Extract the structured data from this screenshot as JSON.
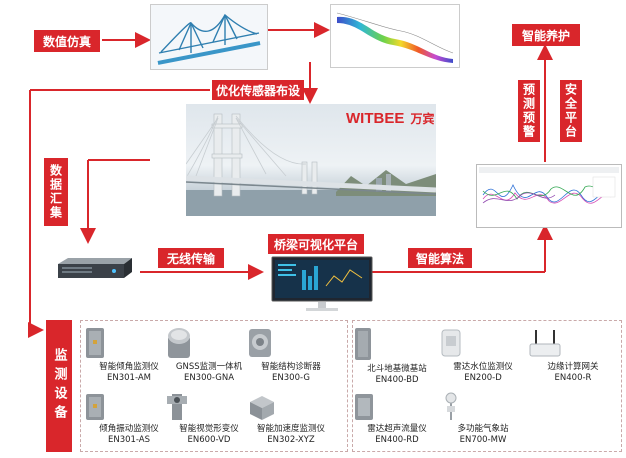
{
  "labels": {
    "simulation": "数值仿真",
    "optimize": "优化传感器布设",
    "data_collect": "数据汇集",
    "wireless": "无线传输",
    "platform": "桥梁可视化平台",
    "algorithm": "智能算法",
    "maintenance": "智能养护",
    "early_warning": "预测预警",
    "safety": "安全平台",
    "monitor_devices": "监测设备"
  },
  "brand": {
    "name": "WITBEE",
    "cn": "万宾"
  },
  "devices_left": [
    {
      "name": "智能倾角监测仪",
      "model": "EN301-AM",
      "icon": "inclinometer-icon"
    },
    {
      "name": "GNSS监测一体机",
      "model": "EN300-GNA",
      "icon": "gnss-icon"
    },
    {
      "name": "智能结构诊断器",
      "model": "EN300-G",
      "icon": "diagnostic-icon"
    },
    {
      "name": "倾角振动监测仪",
      "model": "EN301-AS",
      "icon": "vibration-icon"
    },
    {
      "name": "智能视觉形变仪",
      "model": "EN600-VD",
      "icon": "vision-icon"
    },
    {
      "name": "智能加速度监测仪",
      "model": "EN302-XYZ",
      "icon": "accelerometer-icon"
    }
  ],
  "devices_right": [
    {
      "name": "北斗地基微基站",
      "model": "EN400-BD",
      "icon": "beidou-station-icon"
    },
    {
      "name": "雷达水位监测仪",
      "model": "EN200-D",
      "icon": "radar-water-icon"
    },
    {
      "name": "边缘计算网关",
      "model": "EN400-R",
      "icon": "gateway-icon"
    },
    {
      "name": "雷达超声流量仪",
      "model": "EN400-RD",
      "icon": "flow-meter-icon"
    },
    {
      "name": "多功能气象站",
      "model": "EN700-MW",
      "icon": "weather-station-icon"
    }
  ],
  "colors": {
    "accent": "#d9262b",
    "arrow": "#d9262b"
  }
}
